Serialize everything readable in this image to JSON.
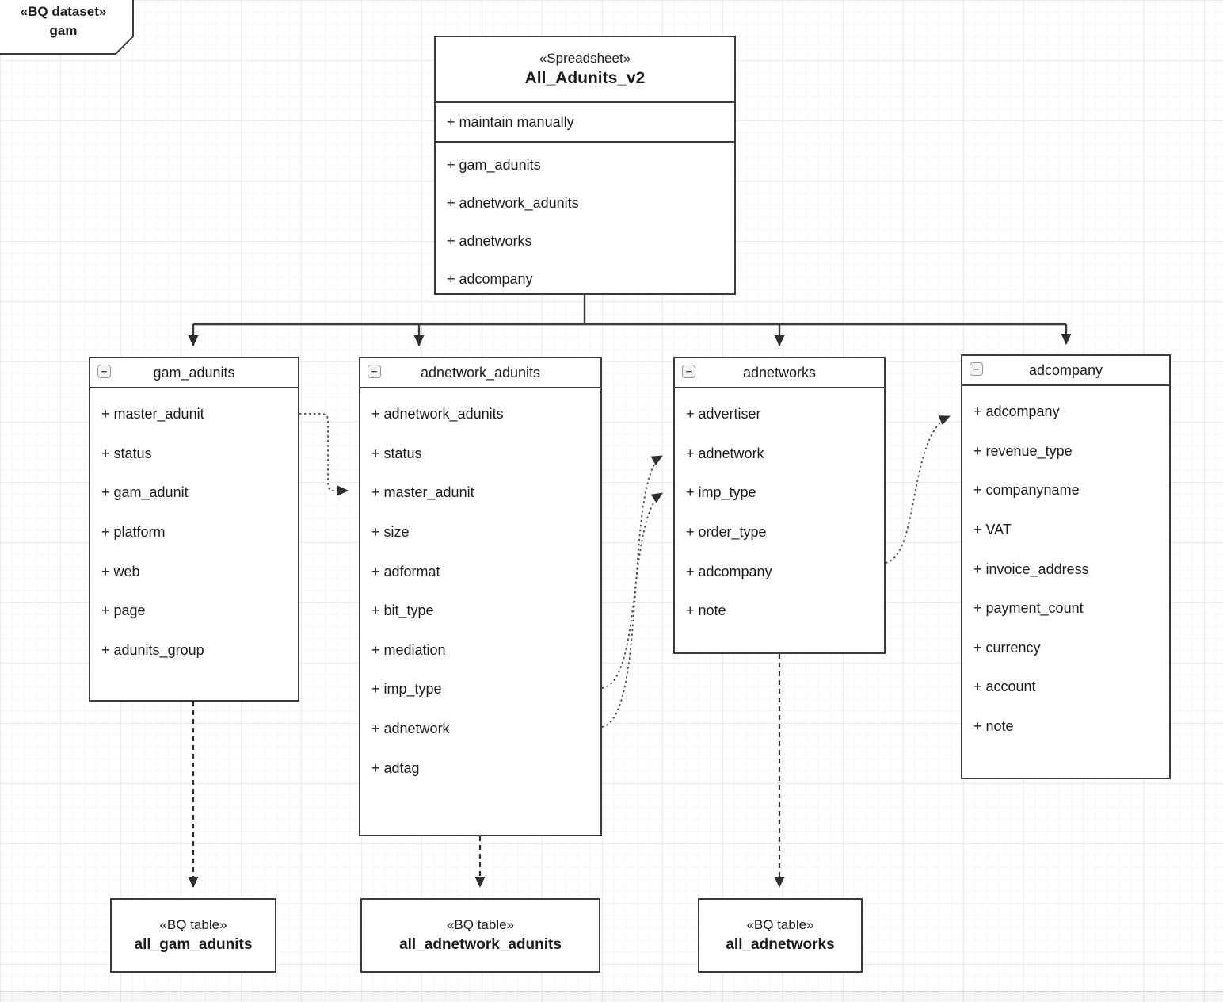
{
  "dataset_card": {
    "stereotype": "«BQ dataset»",
    "name": "gam"
  },
  "spreadsheet": {
    "stereotype": "«Spreadsheet»",
    "name": "All_Adunits_v2",
    "attributes_primary": [
      "+ maintain manually"
    ],
    "attributes": [
      "+ gam_adunits",
      "+ adnetwork_adunits",
      "+ adnetworks",
      "+ adcompany"
    ]
  },
  "entities": {
    "gam_adunits": {
      "title": "gam_adunits",
      "fields": [
        "+ master_adunit",
        "+ status",
        "+ gam_adunit",
        "+ platform",
        "+ web",
        "+ page",
        "+ adunits_group"
      ]
    },
    "adnetwork_adunits": {
      "title": "adnetwork_adunits",
      "fields": [
        "+ adnetwork_adunits",
        "+ status",
        "+ master_adunit",
        "+ size",
        "+ adformat",
        "+ bit_type",
        "+ mediation",
        "+ imp_type",
        "+ adnetwork",
        "+ adtag"
      ]
    },
    "adnetworks": {
      "title": "adnetworks",
      "fields": [
        "+ advertiser",
        "+ adnetwork",
        "+ imp_type",
        "+ order_type",
        "+ adcompany",
        "+ note"
      ]
    },
    "adcompany": {
      "title": "adcompany",
      "fields": [
        "+ adcompany",
        "+ revenue_type",
        "+ companyname",
        "+ VAT",
        "+ invoice_address",
        "+ payment_count",
        "+ currency",
        "+ account",
        "+ note"
      ]
    }
  },
  "bq_tables": {
    "gam": {
      "stereotype": "«BQ table»",
      "name": "all_gam_adunits"
    },
    "adnetwork_adunits": {
      "stereotype": "«BQ table»",
      "name": "all_adnetwork_adunits"
    },
    "adnetworks": {
      "stereotype": "«BQ table»",
      "name": "all_adnetworks"
    }
  },
  "icons": {
    "collapse_glyph": "−"
  },
  "colors": {
    "border": "#3b3b3b",
    "text": "#1c1c1c",
    "grid_major": "#ececec",
    "grid_minor": "#f6f6f6"
  }
}
